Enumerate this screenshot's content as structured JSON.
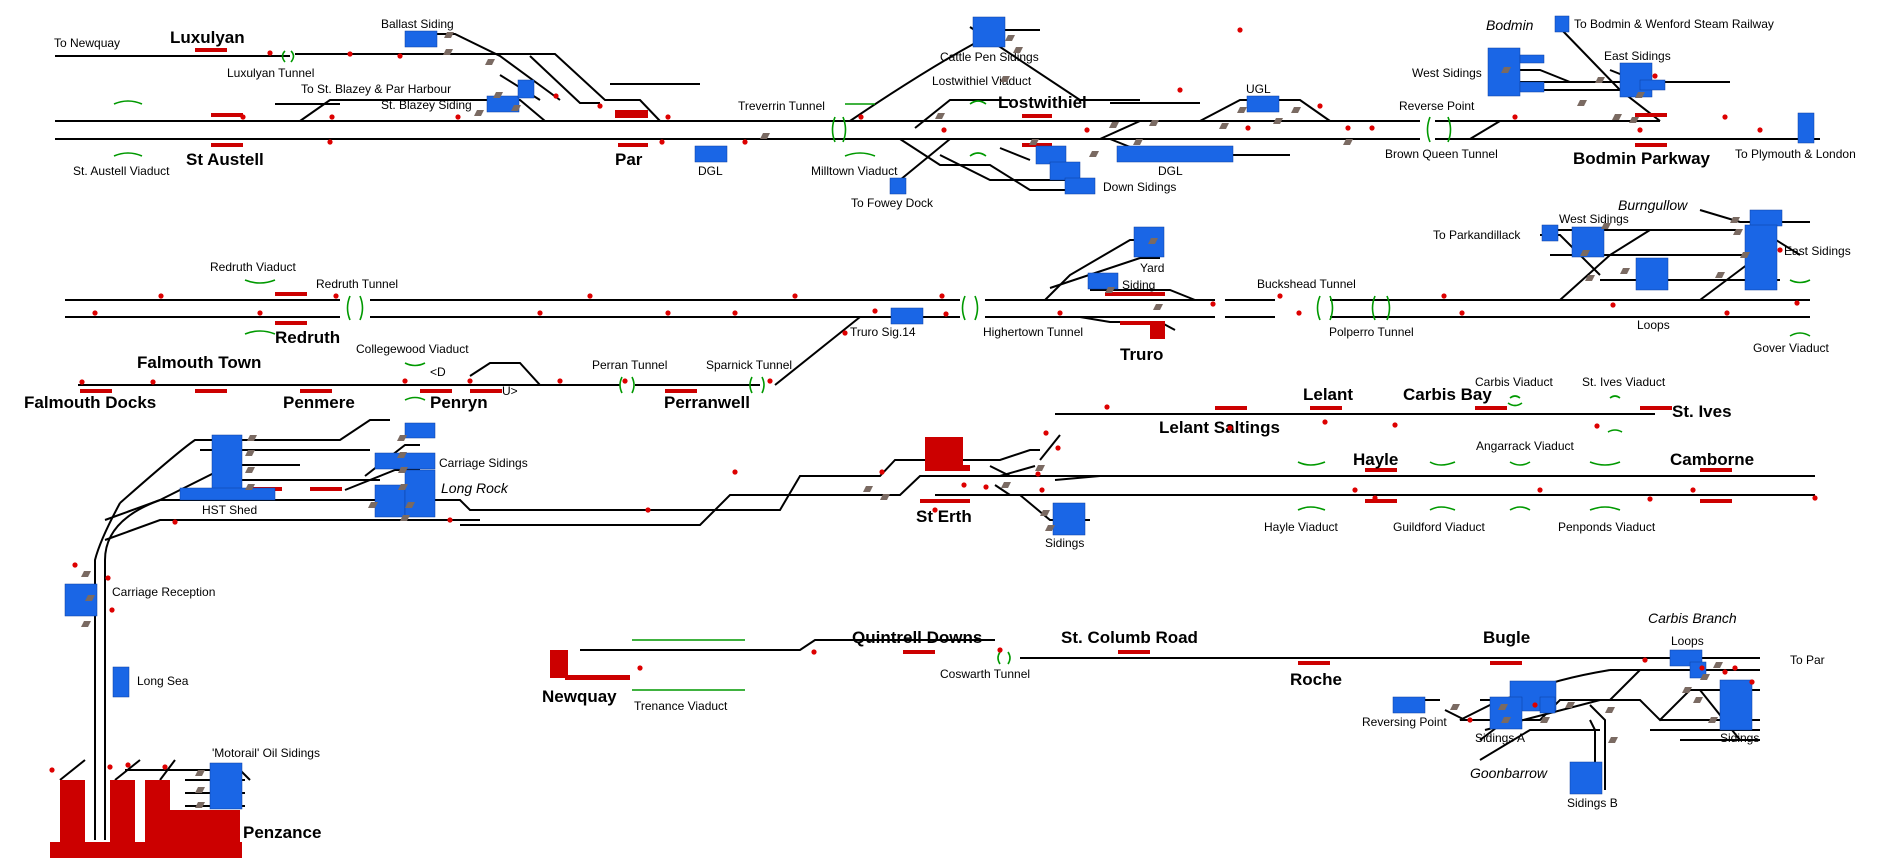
{
  "colors": {
    "track": "#000000",
    "platform": "#cc0000",
    "siding": "#1a66e6",
    "tunnel": "#009900",
    "signal": "#dd0000",
    "point": "#7a6a62",
    "background": "#ffffff"
  },
  "stations": {
    "luxulyan": "Luxulyan",
    "st_austell": "St Austell",
    "par": "Par",
    "lostwithiel": "Lostwithiel",
    "bodmin_parkway": "Bodmin Parkway",
    "redruth": "Redruth",
    "falmouth_town": "Falmouth Town",
    "falmouth_docks": "Falmouth Docks",
    "penmere": "Penmere",
    "penryn": "Penryn",
    "perranwell": "Perranwell",
    "truro": "Truro",
    "lelant": "Lelant",
    "carbis_bay": "Carbis Bay",
    "st_ives": "St. Ives",
    "lelant_saltings": "Lelant Saltings",
    "hayle": "Hayle",
    "camborne": "Camborne",
    "st_erth": "St Erth",
    "penzance": "Penzance",
    "quintrell_downs": "Quintrell Downs",
    "st_columb_road": "St. Columb Road",
    "bugle": "Bugle",
    "roche": "Roche",
    "newquay": "Newquay"
  },
  "labels": {
    "to_newquay": "To Newquay",
    "luxulyan_tunnel": "Luxulyan Tunnel",
    "ballast_siding": "Ballast Siding",
    "to_st_blazey": "To St. Blazey & Par Harbour",
    "st_blazey_siding": "St. Blazey Siding",
    "st_austell_viaduct": "St. Austell Viaduct",
    "dgl_par": "DGL",
    "treverrin_tunnel": "Treverrin Tunnel",
    "cattle_pen_sidings": "Cattle Pen Sidings",
    "lostwithiel_viaduct": "Lostwithiel Viaduct",
    "milltown_viaduct": "Milltown Viaduct",
    "to_fowey_dock": "To Fowey Dock",
    "ugl": "UGL",
    "dgl_lost": "DGL",
    "down_sidings": "Down Sidings",
    "bodmin": "Bodmin",
    "to_bodmin_wenford": "To Bodmin & Wenford Steam Railway",
    "west_sidings_bodmin": "West Sidings",
    "east_sidings_bodmin": "East Sidings",
    "reverse_point": "Reverse Point",
    "brown_queen_tunnel": "Brown Queen Tunnel",
    "to_plymouth": "To Plymouth & London",
    "redruth_viaduct": "Redruth Viaduct",
    "redruth_tunnel": "Redruth Tunnel",
    "collegewood_viaduct": "Collegewood Viaduct",
    "perran_tunnel": "Perran Tunnel",
    "sparnick_tunnel": "Sparnick Tunnel",
    "truro_sig": "Truro Sig.14",
    "highertown_tunnel": "Highertown Tunnel",
    "yard": "Yard",
    "siding_truro": "Siding",
    "buckshead_tunnel": "Buckshead Tunnel",
    "polperro_tunnel": "Polperro Tunnel",
    "burngullow": "Burngullow",
    "to_parkandillack": "To Parkandillack",
    "west_sidings_burn": "West Sidings",
    "east_sidings_burn": "East Sidings",
    "loops_burn": "Loops",
    "gover_viaduct": "Gover Viaduct",
    "penryn_d": "<D",
    "penryn_u": "U>",
    "carbis_viaduct": "Carbis Viaduct",
    "st_ives_viaduct": "St. Ives Viaduct",
    "angarrack_viaduct": "Angarrack Viaduct",
    "hayle_viaduct": "Hayle Viaduct",
    "guildford_viaduct": "Guildford Viaduct",
    "penponds_viaduct": "Penponds Viaduct",
    "carriage_sidings": "Carriage Sidings",
    "long_rock": "Long Rock",
    "hst_shed": "HST Shed",
    "sidings_sterth": "Sidings",
    "carriage_reception": "Carriage Reception",
    "long_sea": "Long Sea",
    "motorail": "'Motorail' Oil Sidings",
    "trenance_viaduct": "Trenance Viaduct",
    "coswarth_tunnel": "Coswarth Tunnel",
    "carbis_branch": "Carbis Branch",
    "loops_carbis": "Loops",
    "to_par": "To Par",
    "reversing_point": "Reversing Point",
    "sidings_a": "Sidings A",
    "sidings_right": "Sidings",
    "goonbarrow": "Goonbarrow",
    "sidings_b": "Sidings B"
  }
}
